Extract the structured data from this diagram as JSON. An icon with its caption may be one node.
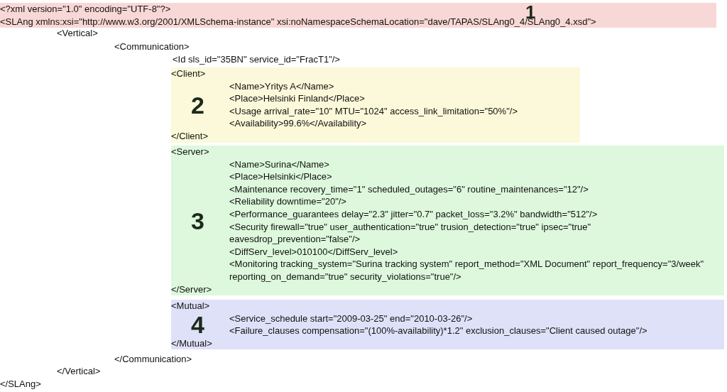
{
  "diagram": {
    "nodes": [
      {
        "text": [
          "<?xml version=\"1.0\" encoding=\"UTF-8\"?>",
          "1",
          "<SLAng xmlns:xsi=\"http://www.w3.org/2001/XMLSchema-instance\" xsi:noNamespaceSchemaLocation=\"dave/TAPAS/SLAng0_4/SLAng0_4.xsd\">"
        ]
      },
      {
        "text": [
          "<Client>",
          "2",
          "<Name>Yritys A</Name>",
          "<Place>Helsinki Finland</Place>",
          "<Usage arrival_rate=\"10\" MTU=\"1024\" access_link_limitation=\"50%\"/>",
          "<Availability>99.6%</Availability>",
          "</Client>"
        ]
      },
      {
        "text": [
          "<Server>",
          "3",
          "<Name>Surina</Name>",
          "<Place>Helsinki</Place>",
          "<Maintenance recovery_time=\"1\" scheduled_outages=\"6\" routine_maintenances=\"12\"/>",
          "<Reliability downtime=\"20\"/>",
          "<Performance_guarantees delay=\"2.3\" jitter=\"0.7\" packet_loss=\"3.2%\" bandwidth=\"512\"/>",
          "<Security firewall=\"true\" user_authentication=\"true\" trusion_detection=\"true\" ipsec=\"true\" eavesdrop_prevention=\"false\"/>",
          "<DiffServ_level>010100</DiffServ_level>",
          "<Monitoring tracking_system=\"Surina tracking system\" report_method=\"XML Document\" report_frequency=\"3/week\" reporting_on_demand=\"true\" security_violations=\"true\"/>",
          "</Server>"
        ]
      },
      {
        "text": [
          "<Mutual>",
          "4",
          "<Service_schedule start=\"2009-03-25\" end=\"2010-03-26\"/>",
          "<Failure_clauses compensation=\"(100%-availability)*1.2\" exclusion_clauses=\"Client caused outage\"/>",
          "</Mutual>"
        ]
      }
    ],
    "labels": [
      "<Vertical>",
      "<Communication>",
      "<Id sls_id=\"35BN\" service_id=\"FracT1\"/>",
      "</Communication>",
      "</Vertical>",
      "</SLAng>"
    ]
  }
}
